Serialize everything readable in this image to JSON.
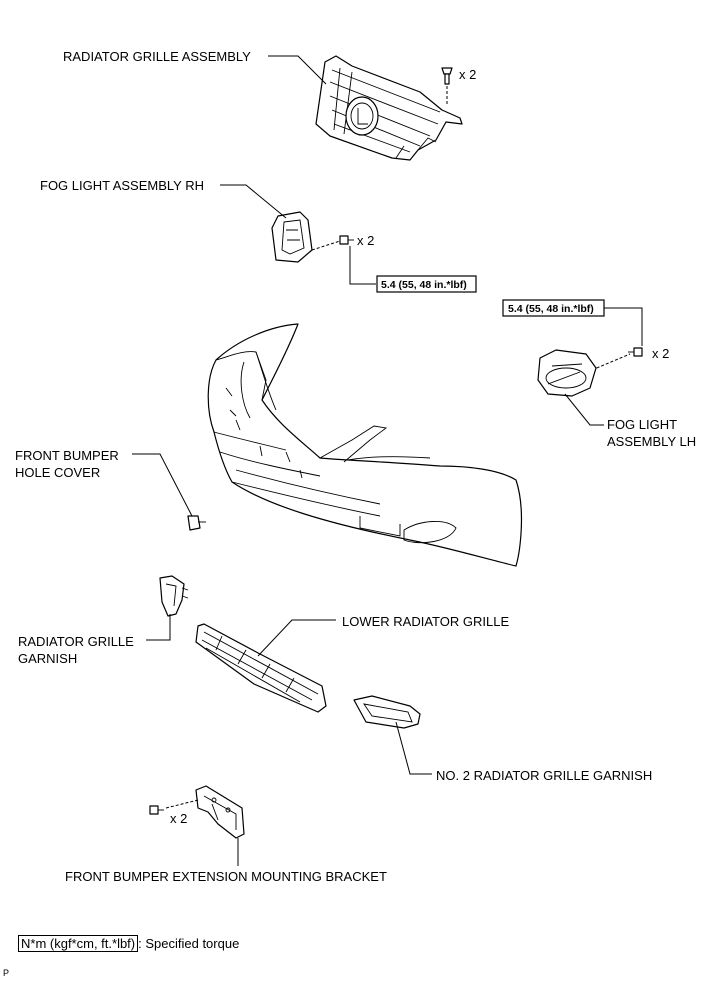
{
  "labels": {
    "radiator_grille_assembly": "RADIATOR GRILLE ASSEMBLY",
    "fog_light_rh": "FOG LIGHT ASSEMBLY RH",
    "fog_light_lh_line1": "FOG LIGHT",
    "fog_light_lh_line2": "ASSEMBLY LH",
    "hole_cover_line1": "FRONT BUMPER",
    "hole_cover_line2": "HOLE COVER",
    "garnish_line1": "RADIATOR GRILLE",
    "garnish_line2": "GARNISH",
    "lower_grille": "LOWER RADIATOR GRILLE",
    "no2_garnish": "NO. 2 RADIATOR GRILLE GARNISH",
    "mounting_bracket": "FRONT BUMPER EXTENSION MOUNTING BRACKET"
  },
  "quantities": {
    "grille_clips": "x 2",
    "fog_rh_bolts": "x 2",
    "fog_lh_bolts": "x 2",
    "bracket_bolts": "x 2"
  },
  "torque": {
    "fog_rh": "5.4 (55, 48 in.*lbf)",
    "fog_lh": "5.4 (55, 48 in.*lbf)"
  },
  "legend": {
    "unit": "N*m (kgf*cm, ft.*lbf)",
    "description": ": Specified torque"
  },
  "corner_mark": "P"
}
